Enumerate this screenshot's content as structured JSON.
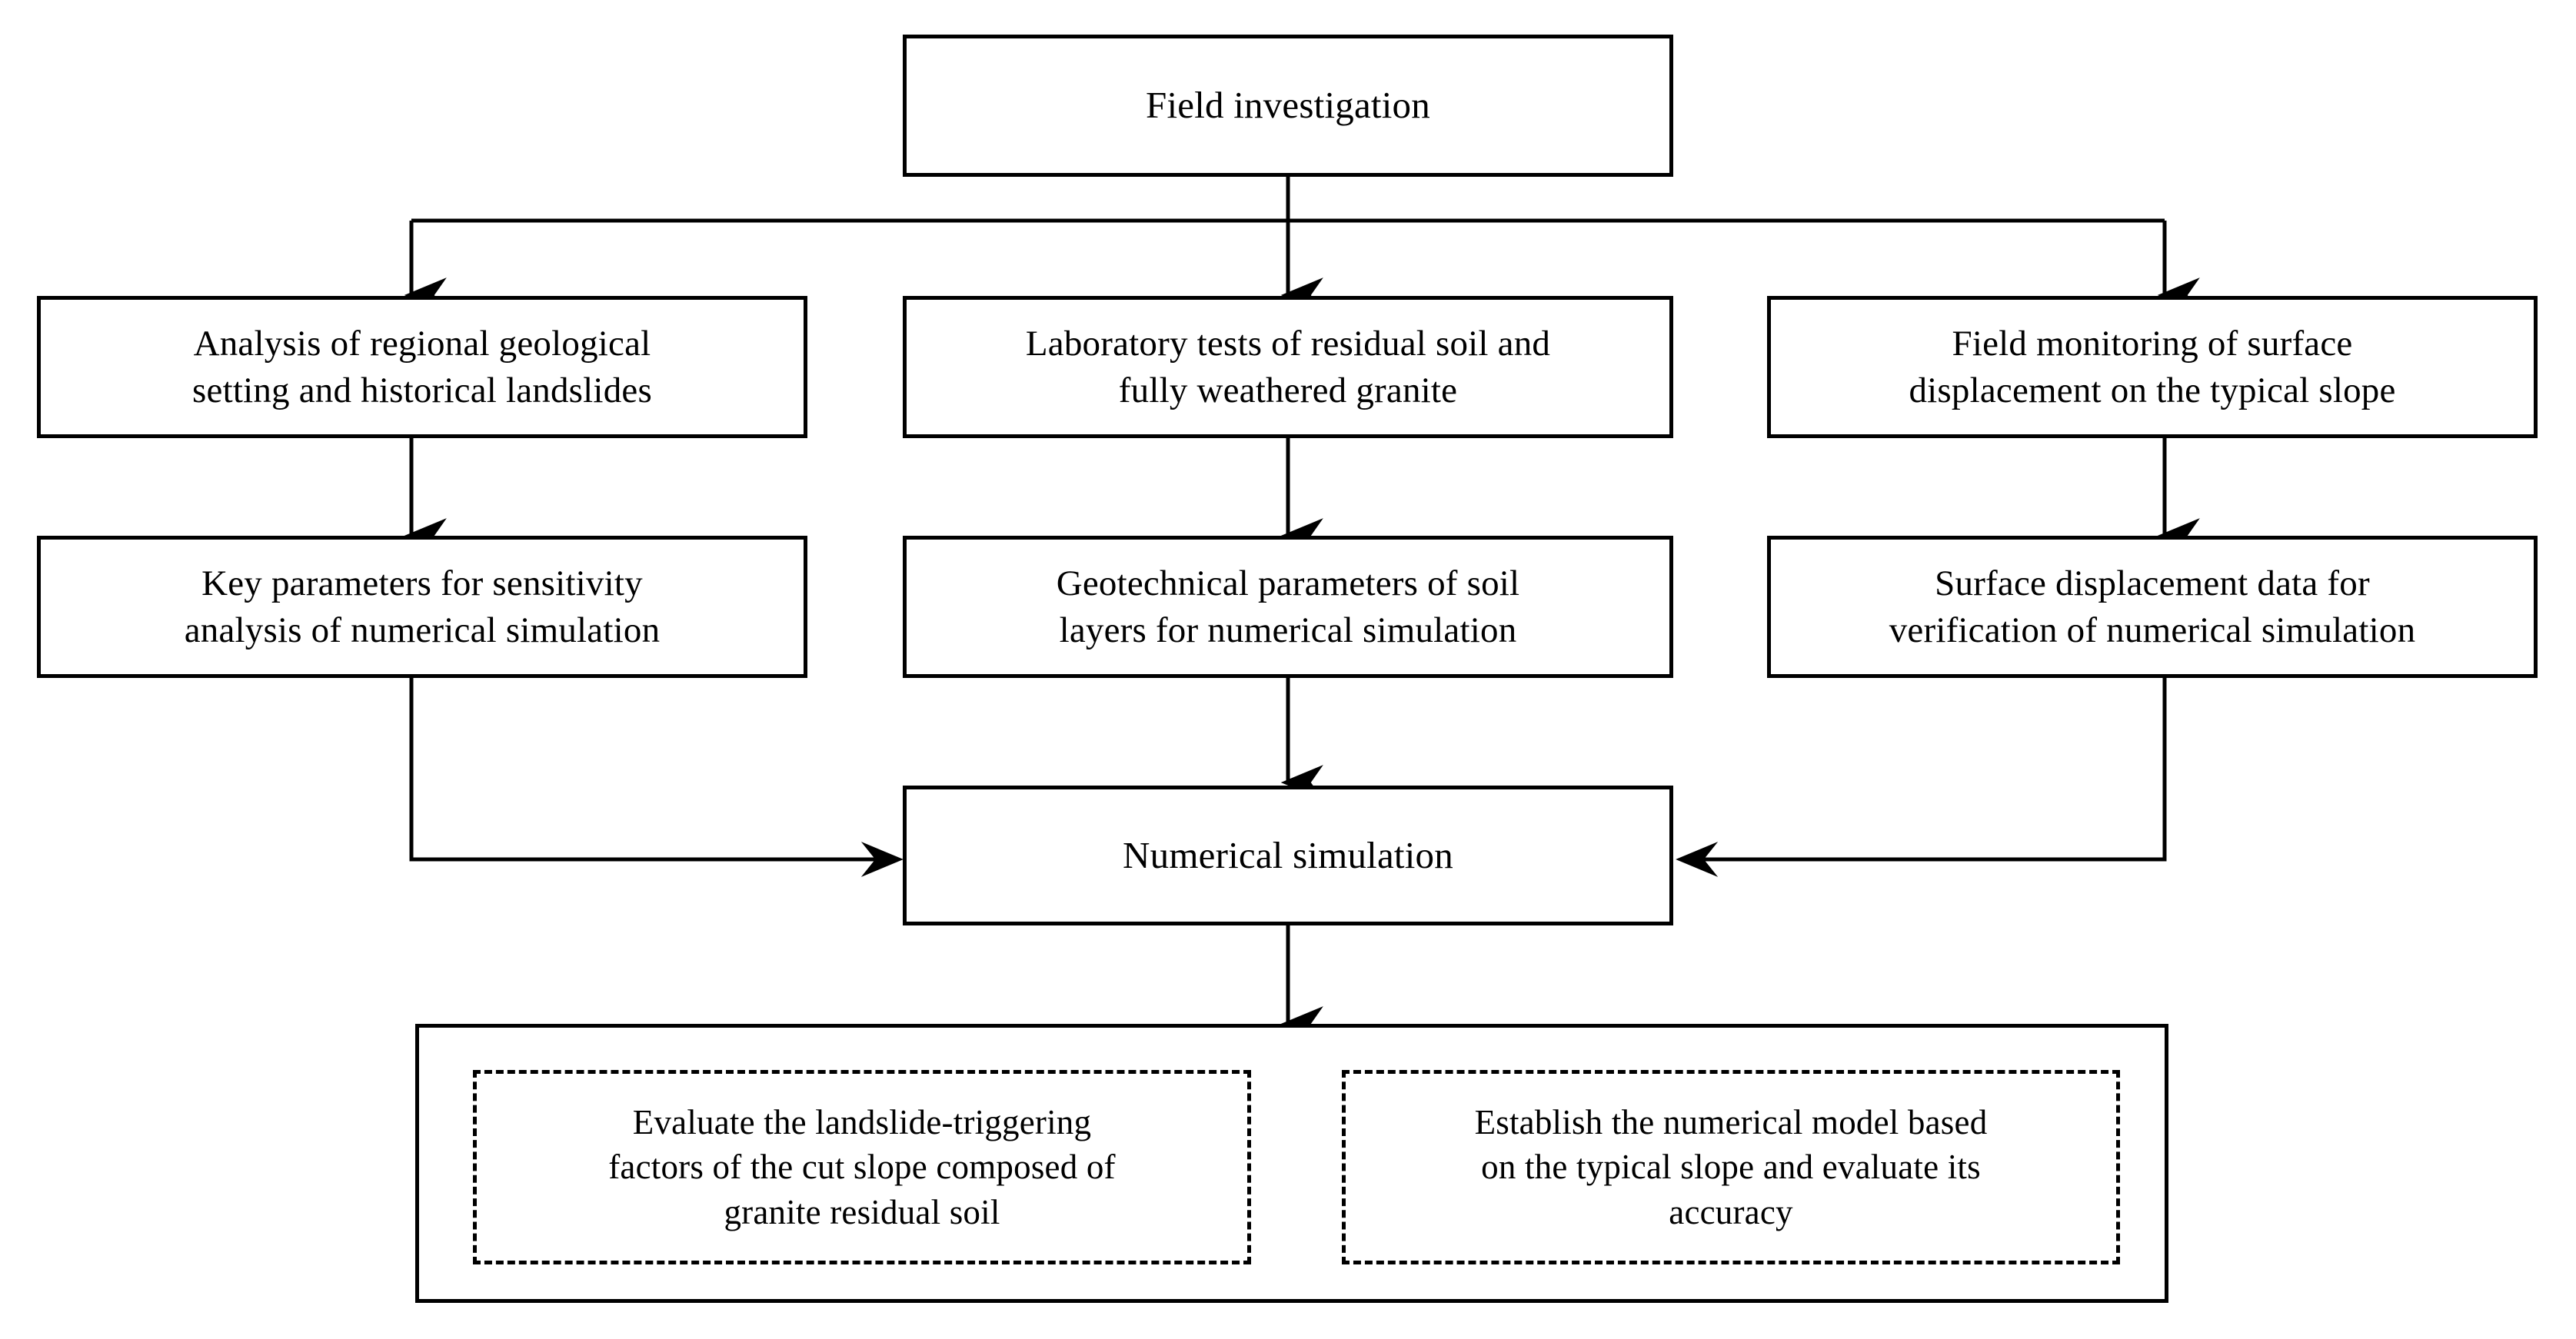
{
  "diagram": {
    "title": "Research flowchart of granite residual soil cut slope landslide study",
    "colors": {
      "stroke": "#000000",
      "background": "#ffffff",
      "text": "#000000"
    },
    "nodes": {
      "field_investigation": "Field investigation",
      "regional_analysis": "Analysis of regional geological\nsetting and historical landslides",
      "laboratory_tests": "Laboratory tests of residual soil and\nfully weathered granite",
      "field_monitoring": "Field monitoring of surface\ndisplacement  on the typical slope",
      "key_parameters": "Key parameters  for sensitivity\nanalysis  of numerical  simulation",
      "geotechnical_parameters": "Geotechnical  parameters of soil\nlayers for numerical  simulation",
      "surface_displacement_data": "Surface displacement  data for\nverification  of numerical  simulation",
      "numerical_simulation": "Numerical simulation",
      "evaluate_factors": "Evaluate the landslide-triggering\nfactors of the cut slope composed of\ngranite residual soil",
      "establish_model": "Establish  the numerical model based\non the typical slope and evaluate  its\naccuracy"
    },
    "edges": [
      {
        "name": "field-investigation-to-regional-analysis",
        "from": "field_investigation",
        "to": "regional_analysis",
        "style": "solid",
        "arrow": "down"
      },
      {
        "name": "field-investigation-to-laboratory-tests",
        "from": "field_investigation",
        "to": "laboratory_tests",
        "style": "solid",
        "arrow": "down"
      },
      {
        "name": "field-investigation-to-field-monitoring",
        "from": "field_investigation",
        "to": "field_monitoring",
        "style": "solid",
        "arrow": "down"
      },
      {
        "name": "regional-analysis-to-key-parameters",
        "from": "regional_analysis",
        "to": "key_parameters",
        "style": "solid",
        "arrow": "down"
      },
      {
        "name": "laboratory-tests-to-geotechnical-parameters",
        "from": "laboratory_tests",
        "to": "geotechnical_parameters",
        "style": "solid",
        "arrow": "down"
      },
      {
        "name": "field-monitoring-to-surface-displacement-data",
        "from": "field_monitoring",
        "to": "surface_displacement_data",
        "style": "solid",
        "arrow": "down"
      },
      {
        "name": "key-parameters-to-numerical-simulation",
        "from": "key_parameters",
        "to": "numerical_simulation",
        "style": "solid",
        "arrow": "right"
      },
      {
        "name": "geotechnical-parameters-to-numerical-simulation",
        "from": "geotechnical_parameters",
        "to": "numerical_simulation",
        "style": "solid",
        "arrow": "down"
      },
      {
        "name": "surface-displacement-data-to-numerical-simulation",
        "from": "surface_displacement_data",
        "to": "numerical_simulation",
        "style": "solid",
        "arrow": "left"
      },
      {
        "name": "numerical-simulation-to-outcomes",
        "from": "numerical_simulation",
        "to": "outcomes_container",
        "style": "solid",
        "arrow": "down"
      },
      {
        "name": "establish-model-to-evaluate-factors",
        "from": "establish_model",
        "to": "evaluate_factors",
        "style": "solid",
        "arrow": "left"
      }
    ]
  }
}
